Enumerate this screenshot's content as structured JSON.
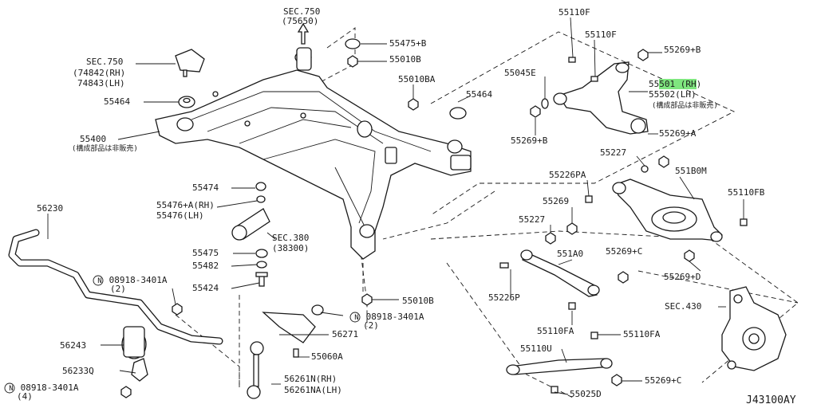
{
  "diagram_id": "J43100AY",
  "labels": {
    "sec750_top": "SEC.750",
    "sec750_top_sub": "(75650)",
    "p55110F_a": "55110F",
    "p55475B": "55475+B",
    "p55110F_b": "55110F",
    "p55269B_a": "55269+B",
    "p55010B_a": "55010B",
    "sec750_left": "SEC.750",
    "p74842": "(74842(RH)",
    "p74843": "74843(LH)",
    "p55010BA": "55010BA",
    "p55045E": "55045E",
    "p55501_pre": "55",
    "p55501_hl": "501 (RH",
    "p55501_post": ")",
    "p55502": "55502(LH)",
    "note_upper": "(構成部品は非販売)",
    "p55464_a": "55464",
    "p55464_b": "55464",
    "p55400": "55400",
    "note_55400": "(構成部品は非販売)",
    "p55269B_b": "55269+B",
    "p55269A": "55269+A",
    "p55227_a": "55227",
    "p551B0M": "551B0M",
    "p55226PA": "55226PA",
    "p55110FB": "55110FB",
    "p55474": "55474",
    "p55476A": "55476+A(RH)",
    "p55476": "55476(LH)",
    "p56230": "56230",
    "p55269": "55269",
    "p55227_b": "55227",
    "sec380": "SEC.380",
    "sec380_sub": "(38300)",
    "p55475": "55475",
    "p551A0": "551A0",
    "p55269C_a": "55269+C",
    "p55482": "55482",
    "n08918_a": "08918-3401A",
    "n_qty_a": "(2)",
    "p55269D": "55269+D",
    "p55424": "55424",
    "p55226P": "55226P",
    "p55010B_b": "55010B",
    "sec430": "SEC.430",
    "n08918_b": "08918-3401A",
    "n_qty_b": "(2)",
    "p55110FA_a": "55110FA",
    "p55110FA_b": "55110FA",
    "p56271": "56271",
    "p56243": "56243",
    "p55060A": "55060A",
    "p55110U": "55110U",
    "p56233Q": "56233Q",
    "p56261N": "56261N(RH)",
    "p56261NA": "56261NA(LH)",
    "p55269C_b": "55269+C",
    "n08918_c": "08918-3401A",
    "n_qty_c": "(4)",
    "p55025D": "55025D",
    "n_symbol": "N"
  }
}
